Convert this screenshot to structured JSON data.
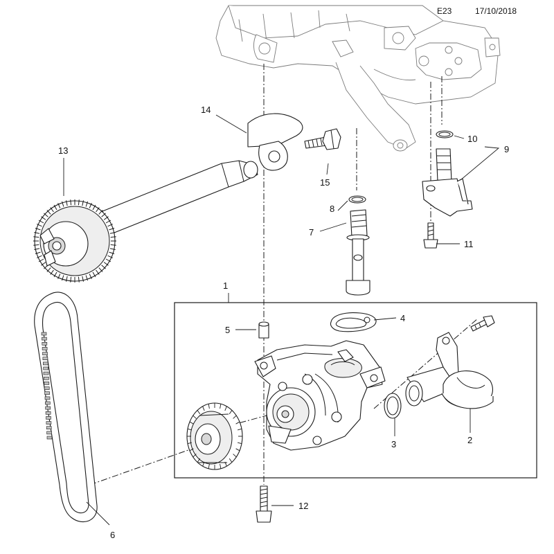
{
  "header": {
    "code": "E23",
    "date": "17/10/2018"
  },
  "callouts": [
    {
      "id": "1",
      "label": "1"
    },
    {
      "id": "2",
      "label": "2"
    },
    {
      "id": "3",
      "label": "3"
    },
    {
      "id": "4",
      "label": "4"
    },
    {
      "id": "5",
      "label": "5"
    },
    {
      "id": "6",
      "label": "6"
    },
    {
      "id": "7",
      "label": "7"
    },
    {
      "id": "8",
      "label": "8"
    },
    {
      "id": "9",
      "label": "9"
    },
    {
      "id": "10",
      "label": "10"
    },
    {
      "id": "11",
      "label": "11"
    },
    {
      "id": "12",
      "label": "12"
    },
    {
      "id": "13",
      "label": "13"
    },
    {
      "id": "14",
      "label": "14"
    },
    {
      "id": "15",
      "label": "15"
    }
  ]
}
